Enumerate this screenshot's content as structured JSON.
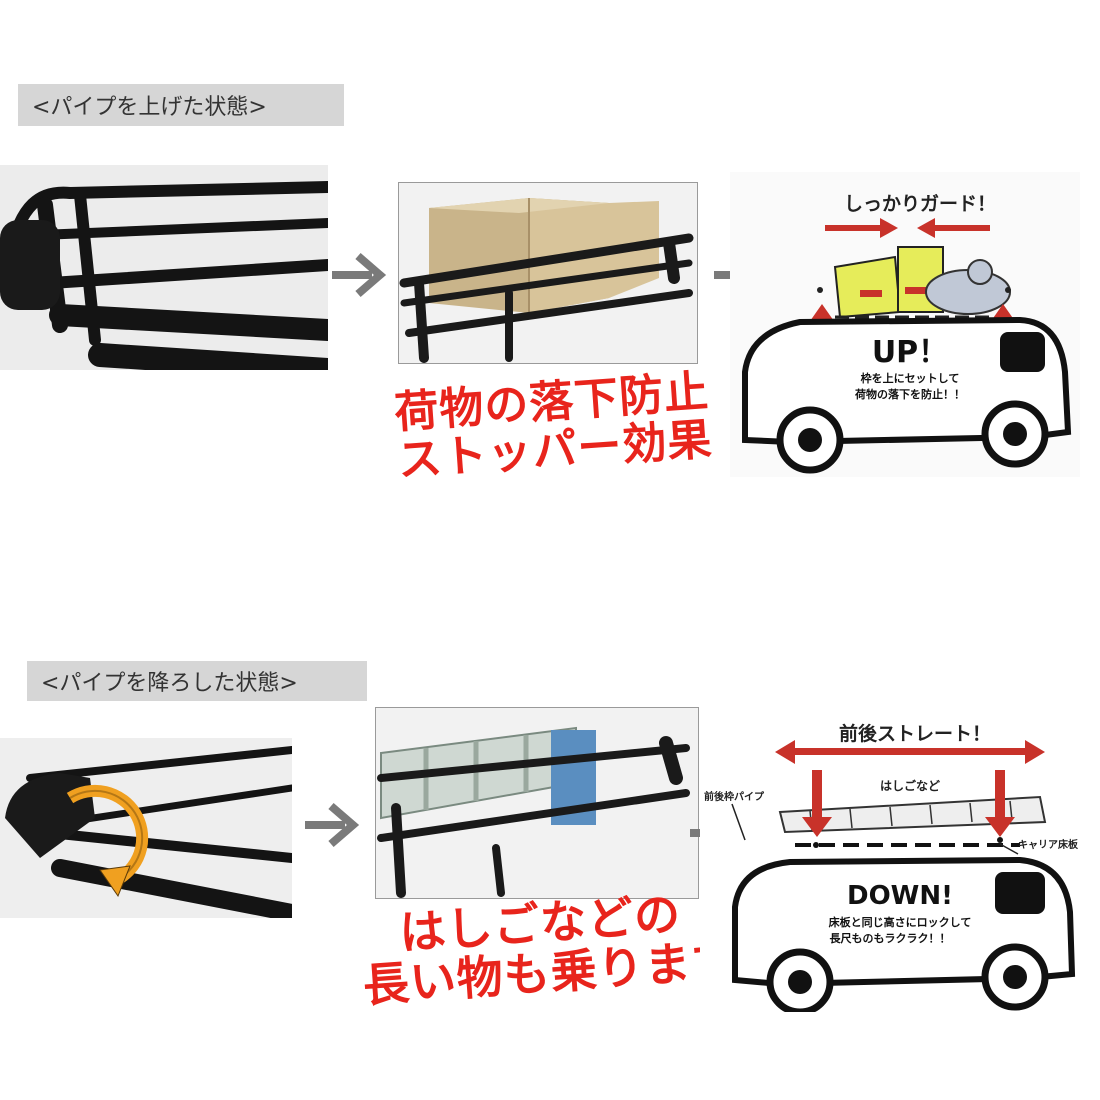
{
  "top_section": {
    "state_label": "<パイプを上げた状態>",
    "caption_line1": "荷物の落下防止",
    "caption_line2": "ストッパー効果",
    "guard_title": "しっかりガード！",
    "big_label": "UP！",
    "desc_line1": "枠を上にセットして",
    "desc_line2": "荷物の落下を防止！！"
  },
  "bottom_section": {
    "state_label": "<パイプを降ろした状態>",
    "caption_line1": "はしごなどの",
    "caption_line2": "長い物も乗ります",
    "straight_title": "前後ストレート！",
    "ladder_label": "はしごなど",
    "pipe_label": "前後枠パイプ",
    "carrier_label": "キャリア床板",
    "big_label": "DOWN!",
    "desc_line1": "床板と同じ高さにロックして",
    "desc_line2": "長尺ものもラクラク！！"
  },
  "colors": {
    "red": "#e8241c",
    "dark_red": "#c8322a",
    "box_yellow": "#e6ec5a",
    "gray_arrow": "#7a7a7a",
    "label_bg": "#d6d6d6",
    "orange": "#f0a020"
  }
}
